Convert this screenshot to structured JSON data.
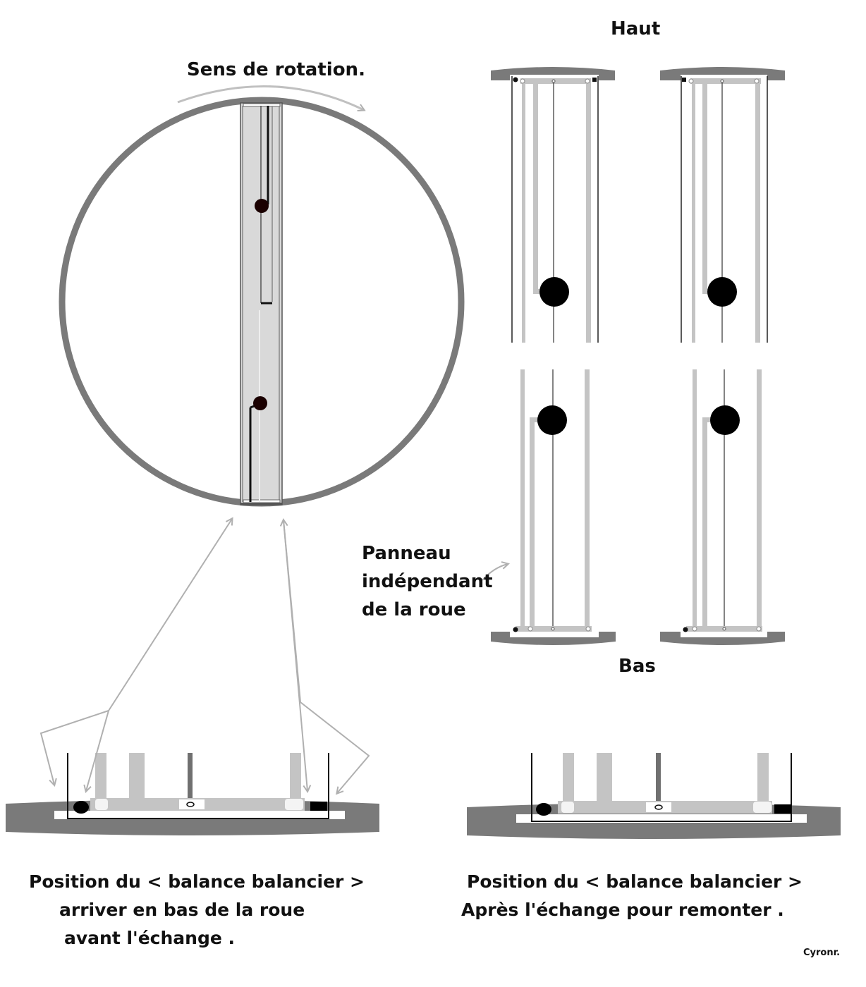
{
  "labels": {
    "rotation": "Sens de rotation.",
    "top": "Haut",
    "bottom": "Bas",
    "panel_line1": "Panneau",
    "panel_line2": "indépendant",
    "panel_line3": "de la roue",
    "caption_left_line1": "Position du < balance balancier >",
    "caption_left_line2": "arriver en bas de la roue",
    "caption_left_line3": "avant l'échange .",
    "caption_right_line1": "Position du < balance balancier >",
    "caption_right_line2": "Après l'échange pour remonter .",
    "signature": "Cyronr."
  },
  "colors": {
    "wheel_rim": "#7a7a7a",
    "rail_gray": "#c4c4c4",
    "panel_fill": "#d9d9d9",
    "weight": "#000000",
    "arrow": "#b4b4b4",
    "text": "#111111"
  }
}
